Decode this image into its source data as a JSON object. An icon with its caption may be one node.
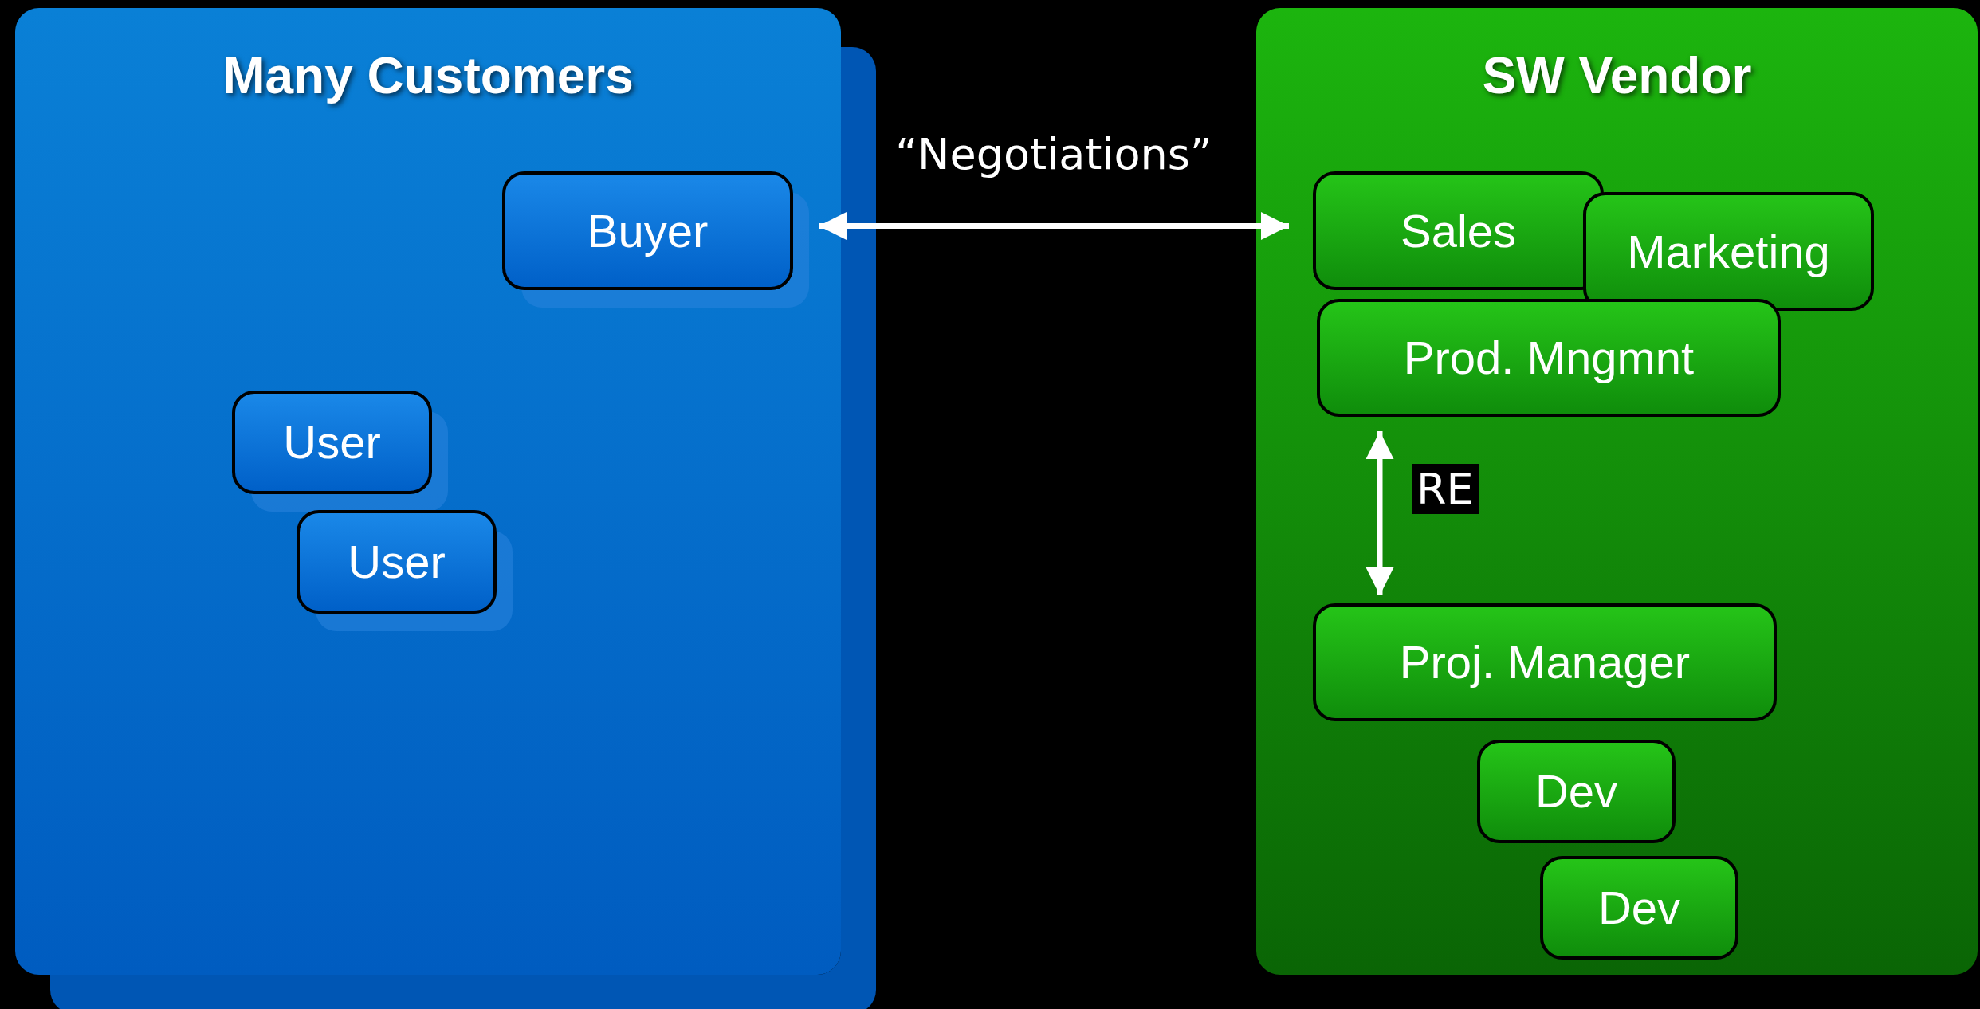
{
  "diagram": {
    "nodes": [
      {
        "text": [
          "Many Customers"
        ]
      },
      {
        "text": [
          "Buyer"
        ],
        "in": 0
      },
      {
        "text": [
          "User"
        ],
        "in": 0
      },
      {
        "text": [
          "User"
        ],
        "in": 0
      },
      {
        "text": [
          "SW Vendor"
        ]
      },
      {
        "text": [
          "Sales"
        ],
        "in": 4
      },
      {
        "text": [
          "Marketing"
        ],
        "in": 4
      },
      {
        "text": [
          "Prod. Mngmnt"
        ],
        "in": 4
      },
      {
        "text": [
          "Proj. Manager"
        ],
        "in": 4
      },
      {
        "text": [
          "Dev"
        ],
        "in": 4
      },
      {
        "text": [
          "Dev"
        ],
        "in": 4
      }
    ],
    "edges": [
      {
        "from": 1,
        "to": 5,
        "arrow": "both",
        "label": "“Negotiations”"
      },
      {
        "from": 7,
        "to": 8,
        "arrow": "both",
        "label": "RE"
      }
    ]
  }
}
